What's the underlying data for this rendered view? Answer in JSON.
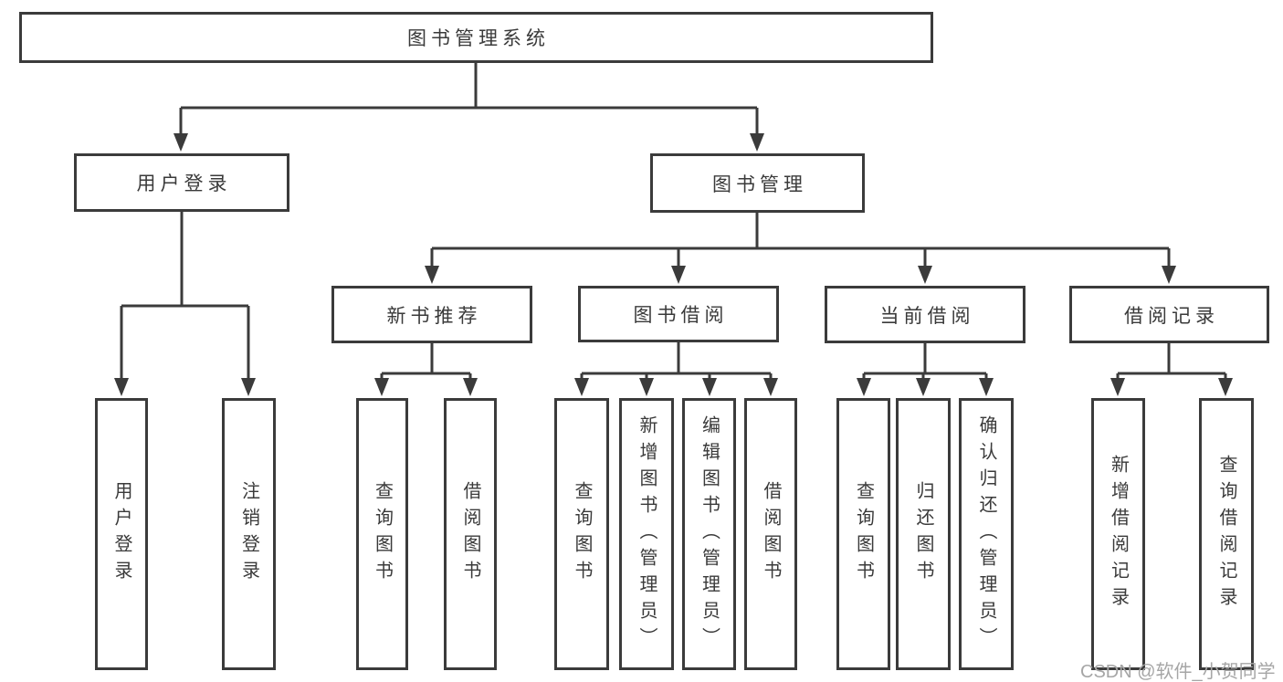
{
  "diagram": {
    "root": "图书管理系统",
    "user_login": "用户登录",
    "book_mgmt": "图书管理",
    "new_books": "新书推荐",
    "book_borrow": "图书借阅",
    "current_borrow": "当前借阅",
    "borrow_records": "借阅记录",
    "leaves": {
      "user_login": {
        "login": "用户登录",
        "logout": "注销登录"
      },
      "new_books": {
        "query": "查询图书",
        "borrow": "借阅图书"
      },
      "book_borrow": {
        "query": "查询图书",
        "add": "新增图书（管理员）",
        "edit": "编辑图书（管理员）",
        "borrow": "借阅图书"
      },
      "current_borrow": {
        "query": "查询图书",
        "return": "归还图书",
        "confirm": "确认归还（管理员）"
      },
      "borrow_records": {
        "add": "新增借阅记录",
        "query": "查询借阅记录"
      }
    }
  },
  "watermark": "CSDN @软件_小贺同学",
  "colors": {
    "line": "#3b3b3b",
    "box_border": "#3b3b3b",
    "text": "#3a3a3a",
    "watermark": "#a6a6a6",
    "background": "#ffffff"
  }
}
